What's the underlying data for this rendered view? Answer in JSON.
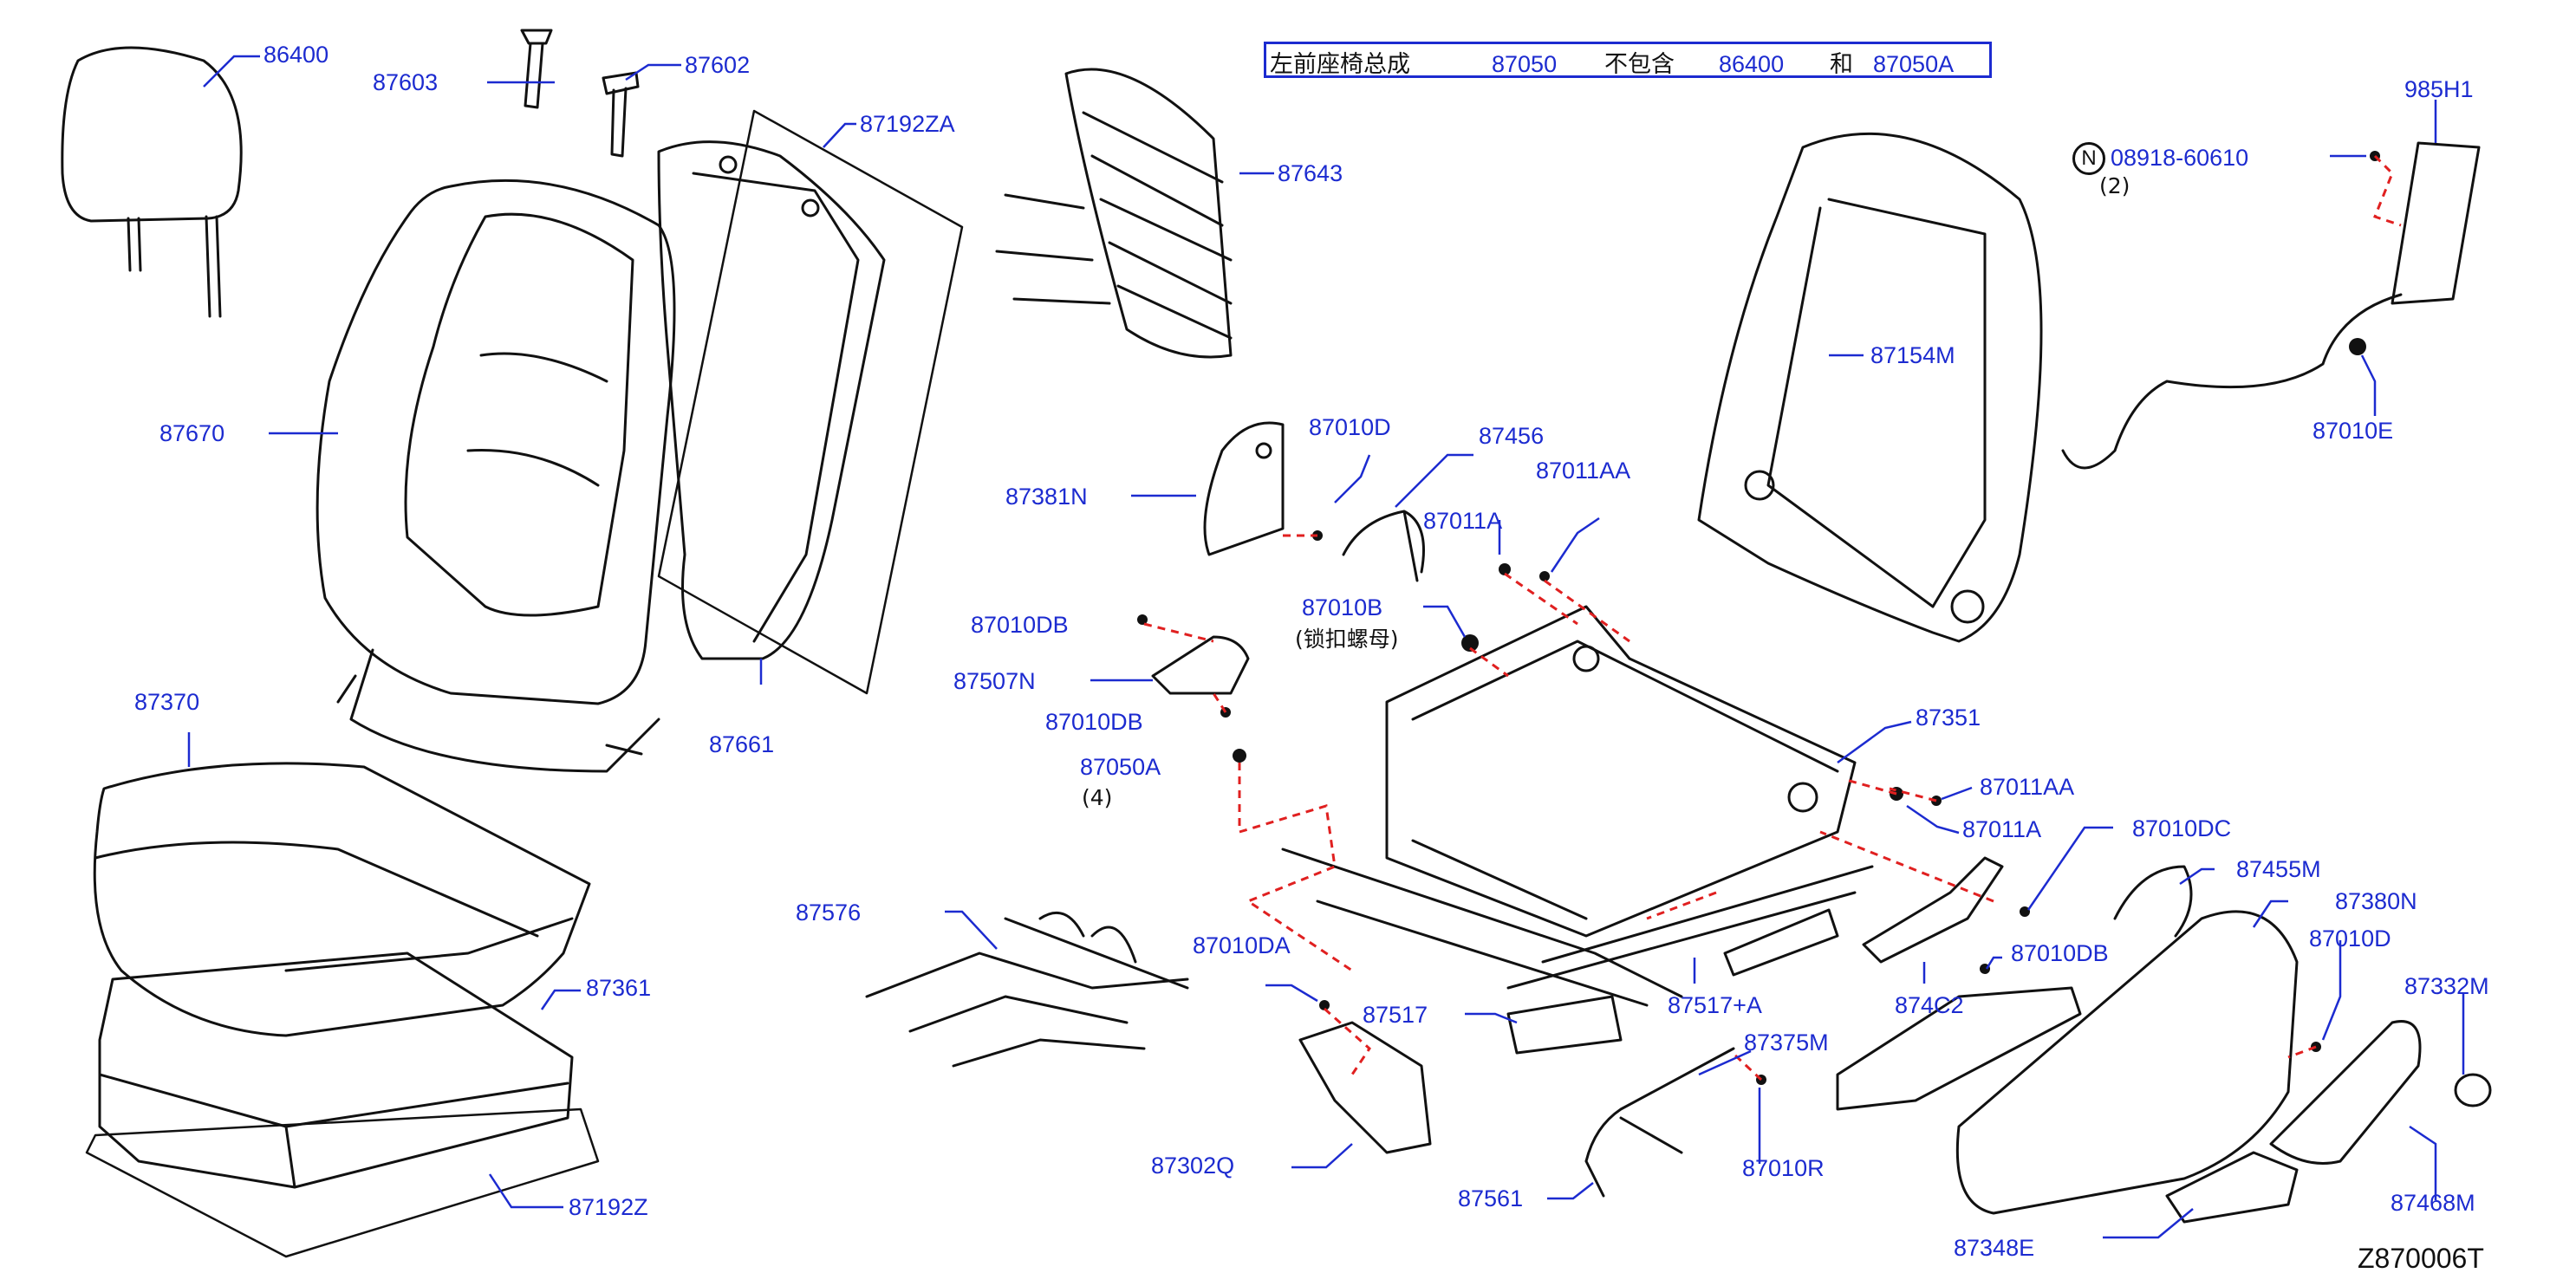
{
  "header": {
    "assembly_text": "左前座椅总成",
    "assembly_code": "87050",
    "excludes_text": "不包含",
    "excluded_1": "86400",
    "and_text": "和",
    "excluded_2": "87050A"
  },
  "parts": {
    "p86400": "86400",
    "p87603": "87603",
    "p87602": "87602",
    "p87192ZA": "87192ZA",
    "p87643": "87643",
    "p87670": "87670",
    "p87661": "87661",
    "p87370": "87370",
    "p87361": "87361",
    "p87192Z": "87192Z",
    "p87381N": "87381N",
    "p87010D_a": "87010D",
    "p87456": "87456",
    "p87011A_a": "87011A",
    "p87011AA_a": "87011AA",
    "p87010DB_a": "87010DB",
    "p87507N": "87507N",
    "p87010DB_b": "87010DB",
    "p87010B": "87010B",
    "p87050A": "87050A",
    "p87576": "87576",
    "p87010DA": "87010DA",
    "p87517": "87517",
    "p87302Q": "87302Q",
    "p87351": "87351",
    "p87011AA_b": "87011AA",
    "p87011A_b": "87011A",
    "p87010DC": "87010DC",
    "p87517A": "87517+A",
    "p874C2": "874C2",
    "p87010DB_c": "87010DB",
    "p87375M": "87375M",
    "p87010R": "87010R",
    "p87561": "87561",
    "p87455M": "87455M",
    "p87380N": "87380N",
    "p87010D_b": "87010D",
    "p87332M": "87332M",
    "p87468M": "87468M",
    "p87348E": "87348E",
    "p87154M": "87154M",
    "p985H1": "985H1",
    "p08918": "08918-60610",
    "p87010E": "87010E"
  },
  "notes": {
    "lock_nut": "(锁扣螺母)",
    "qty_4": "(4)",
    "qty_2": "(2)",
    "n_mark": "N"
  },
  "diagram_code": "Z870006T"
}
